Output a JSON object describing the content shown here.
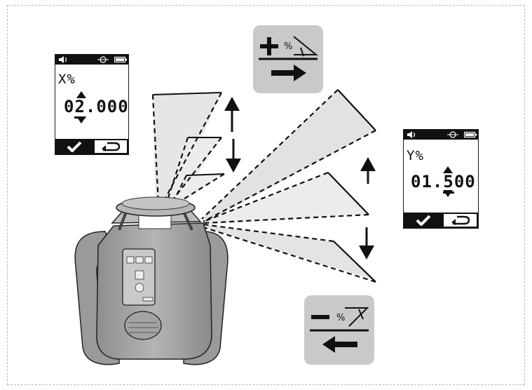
{
  "display_x": {
    "axis_label": "X%",
    "value_prefix": "0",
    "value_cursor_digit": "2",
    "value_suffix": ".000",
    "icons": [
      "speaker-icon",
      "laser-head-icon",
      "battery-icon",
      "up-arrow-icon",
      "down-arrow-icon",
      "checkmark-icon",
      "return-arrow-icon"
    ]
  },
  "display_y": {
    "axis_label": "Y%",
    "value_prefix": "01.",
    "value_cursor_digit": "5",
    "value_suffix": "00",
    "icons": [
      "speaker-icon",
      "laser-head-icon",
      "battery-icon",
      "up-arrow-icon",
      "down-arrow-icon",
      "checkmark-icon",
      "return-arrow-icon"
    ]
  },
  "sign_plus": {
    "sign": "+",
    "percent": "%",
    "direction": "right-arrow"
  },
  "sign_minus": {
    "sign": "−",
    "percent": "%",
    "direction": "left-arrow"
  },
  "colors": {
    "ink": "#111111",
    "sign_bg": "#c9c9c9",
    "laser_body": "#a8a8a8",
    "beam_fill": "#e3e3e3"
  }
}
